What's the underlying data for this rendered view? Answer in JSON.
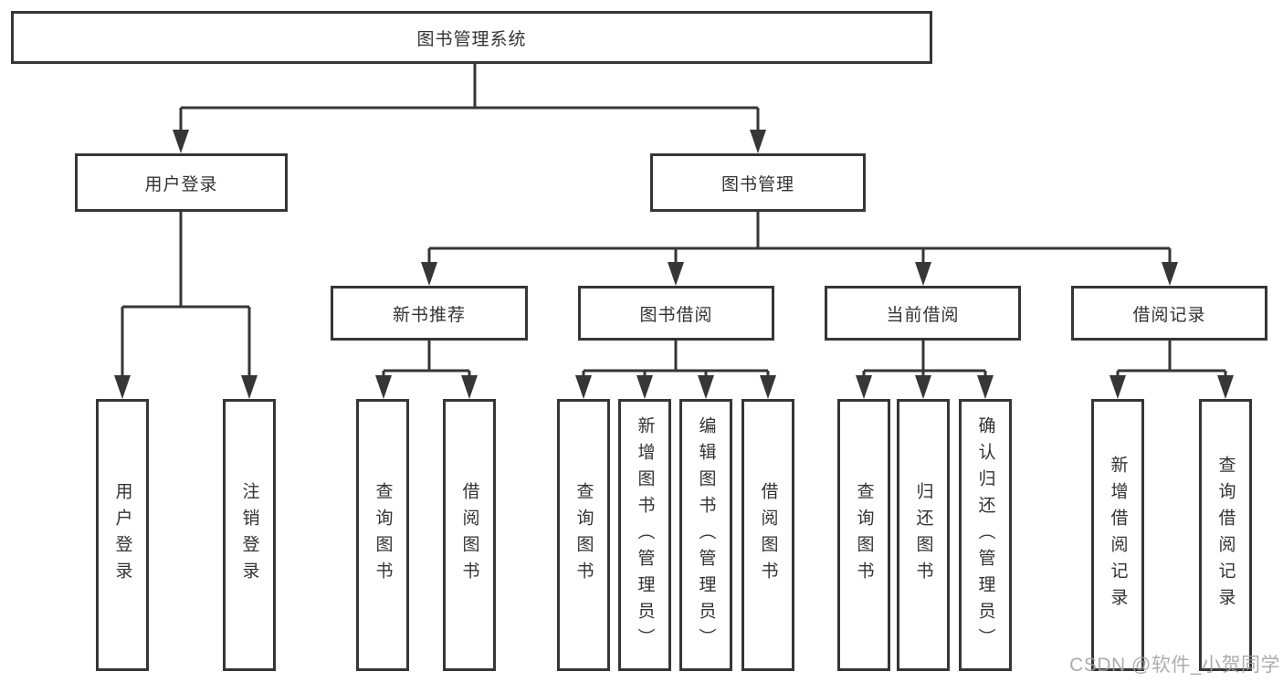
{
  "diagram": {
    "root": {
      "label": "图书管理系统"
    },
    "level2": {
      "user_login": "用户登录",
      "book_management": "图书管理"
    },
    "level3": {
      "new_book_recommend": "新书推荐",
      "book_borrow": "图书借阅",
      "current_borrow": "当前借阅",
      "borrow_records": "借阅记录"
    },
    "leaf_groups": {
      "user_login": [
        "用户登录",
        "注销登录"
      ],
      "new_book_recommend": [
        "查询图书",
        "借阅图书"
      ],
      "book_borrow": [
        "查询图书",
        "新增图书（管理员）",
        "编辑图书（管理员）",
        "借阅图书"
      ],
      "current_borrow": [
        "查询图书",
        "归还图书",
        "确认归还（管理员）"
      ],
      "borrow_records": [
        "新增借阅记录",
        "查询借阅记录"
      ]
    },
    "watermark": "CSDN @软件_小贺同学",
    "colors": {
      "line": "#363636",
      "box_border": "#363636",
      "text": "#333333",
      "watermark": "#9e9e9e",
      "background": "#ffffff"
    }
  }
}
